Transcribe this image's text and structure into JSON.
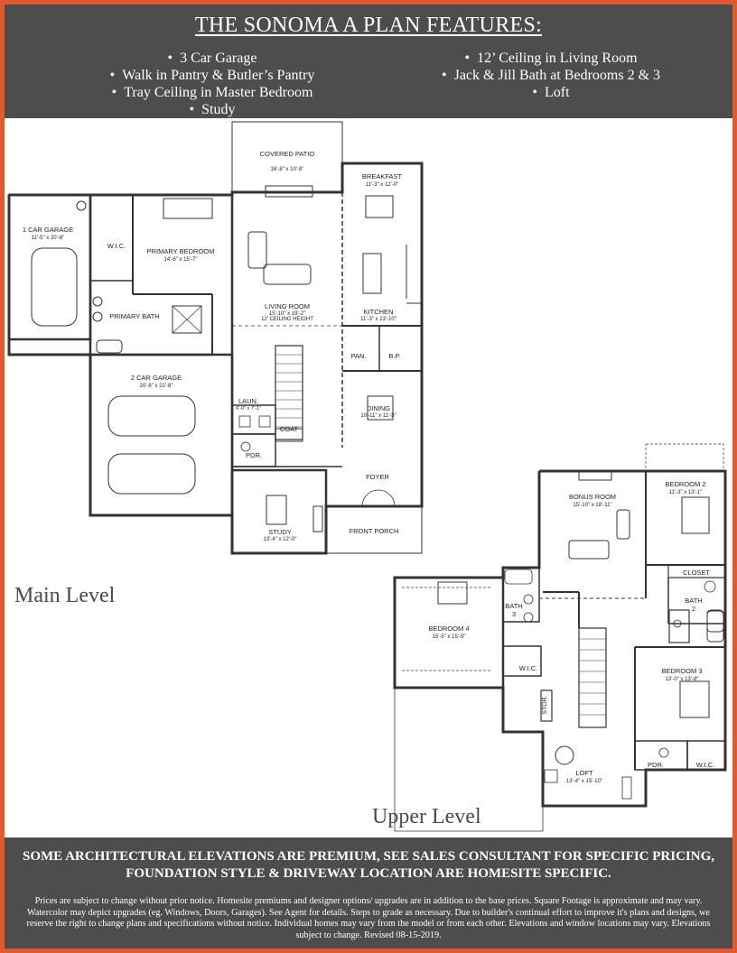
{
  "header": {
    "title": "THE SONOMA A PLAN FEATURES:",
    "features_left": [
      "3 Car Garage",
      "Walk in Pantry & Butler’s Pantry",
      "Tray Ceiling in Master Bedroom",
      "Study"
    ],
    "features_right": [
      "12’ Ceiling in Living Room",
      "Jack & Jill Bath at Bedrooms 2 & 3",
      "Loft"
    ]
  },
  "levels": {
    "main": "Main Level",
    "upper": "Upper Level"
  },
  "main_level_rooms": {
    "covered_patio": {
      "name": "COVERED PATIO",
      "dims": "16'-8\" x 10'-8\""
    },
    "breakfast": {
      "name": "BREAKFAST",
      "dims": "11'-3\" x 12'-0\""
    },
    "garage_1": {
      "name": "1 CAR GARAGE",
      "dims": "11'-5\" x 20'-8\""
    },
    "wic": {
      "name": "W.I.C."
    },
    "primary_bedroom": {
      "name": "PRIMARY BEDROOM",
      "dims": "14'-8\" x 15'-7\""
    },
    "primary_bath": {
      "name": "PRIMARY BATH"
    },
    "living_room": {
      "name": "LIVING ROOM",
      "dims": "15'-10\" x 19'-2\"",
      "note": "12' CEILING HEIGHT"
    },
    "kitchen": {
      "name": "KITCHEN",
      "dims": "11'-3\" x 13'-10\""
    },
    "garage_2": {
      "name": "2 CAR GARAGE",
      "dims": "20'-8\" x 22'-8\""
    },
    "pan": {
      "name": "PAN."
    },
    "bp": {
      "name": "B.P."
    },
    "laundry": {
      "name": "LAUN.",
      "dims": "6'-0\" x 7'-1\""
    },
    "dining": {
      "name": "DINING",
      "dims": "10'-11\" x 11'-5\""
    },
    "coat": {
      "name": "COAT"
    },
    "powder": {
      "name": "PDR."
    },
    "foyer": {
      "name": "FOYER"
    },
    "study": {
      "name": "STUDY",
      "dims": "13'-4\" x 12'-0\""
    },
    "front_porch": {
      "name": "FRONT PORCH"
    }
  },
  "upper_level_rooms": {
    "bonus_room": {
      "name": "BONUS ROOM",
      "dims": "15'-10\" x 18'-11\""
    },
    "bedroom_2": {
      "name": "BEDROOM 2",
      "dims": "11'-3\" x 13'-1\""
    },
    "closet": {
      "name": "CLOSET"
    },
    "bath_3": {
      "name": "BATH",
      "num": "3"
    },
    "bath_2": {
      "name": "BATH",
      "num": "2"
    },
    "bedroom_4": {
      "name": "BEDROOM 4",
      "dims": "15'-5\" x 15'-9\""
    },
    "wic_upper": {
      "name": "W.I.C."
    },
    "bedroom_3": {
      "name": "BEDROOM 3",
      "dims": "13'-0\" x 13'-8\""
    },
    "storage": {
      "name": "STOR."
    },
    "loft": {
      "name": "LOFT",
      "dims": "13'-4\" x 15'-10\""
    },
    "pdr_upper": {
      "name": "PDR."
    },
    "wic_upper_2": {
      "name": "W.I.C."
    }
  },
  "footer": {
    "main_notice": "SOME ARCHITECTURAL ELEVATIONS ARE PREMIUM, SEE SALES CONSULTANT FOR  SPECIFIC PRICING, FOUNDATION STYLE & DRIVEWAY LOCATION ARE HOMESITE SPECIFIC.",
    "disclaimer": "Prices are subject to change without prior notice. Homesite premiums and designer options/ upgrades are in addition to the base prices. Square Footage is approximate and may vary. Watercolor may depict upgrades (eg. Windows, Doors, Garages). See Agent for details. Steps to grade as necessary. Due to builder's continual effort to improve it's plans and designs, we reserve the right to change plans and specifications without notice. Individual homes may vary from the model or from each other. Elevations and window locations may vary. Elevations subject to change.  Revised 08-15-2019."
  },
  "colors": {
    "border": "#e05a2f",
    "banner": "#4d4d4d",
    "banner_text": "#ffffff"
  }
}
